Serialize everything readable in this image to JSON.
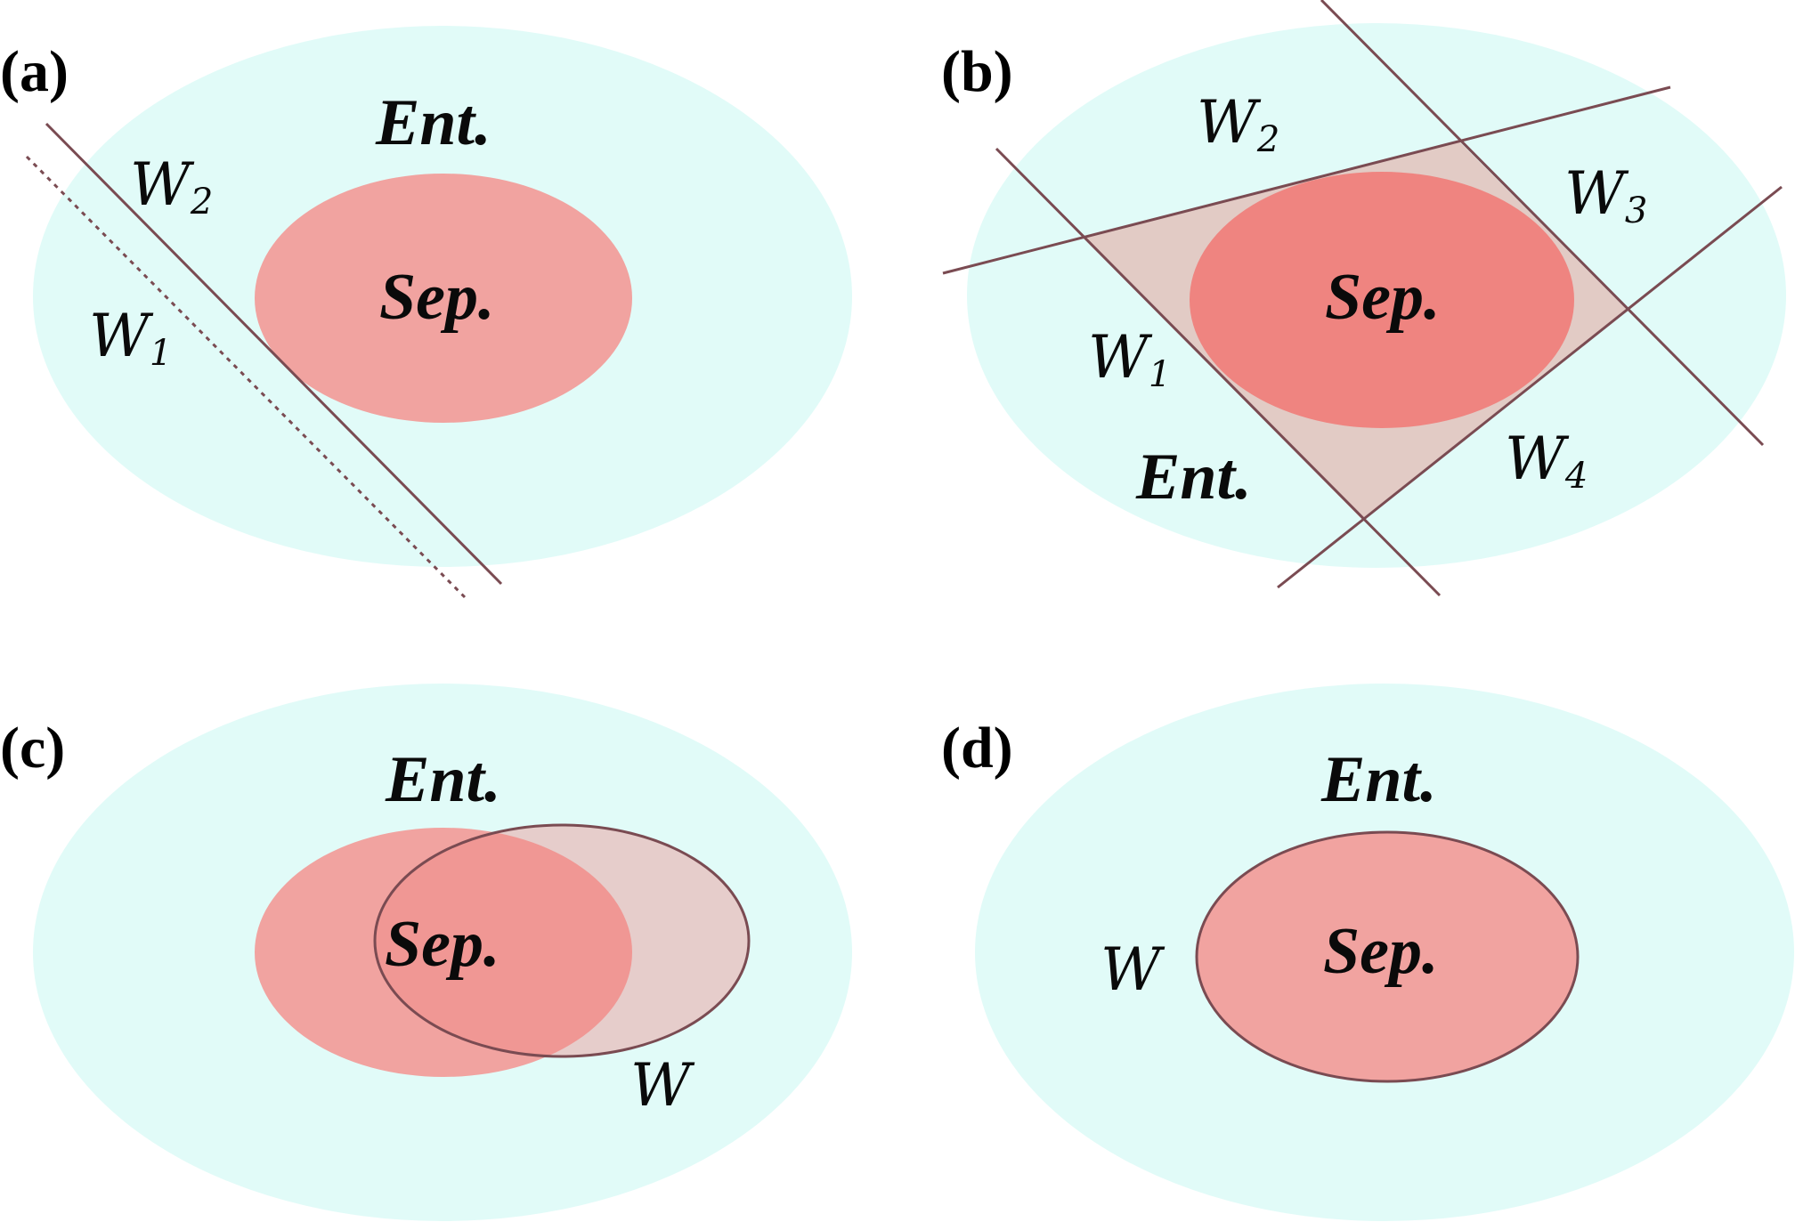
{
  "colors": {
    "entangled_fill": "#e1fbf8",
    "separable_fill": "#f1a3a0",
    "separable_fill_dark": "#ef8480",
    "witness_region_fill": "#e2cbc5",
    "witness_line": "#7a4b52"
  },
  "panels": [
    {
      "label": "(a)",
      "entangled_label": "Ent.",
      "separable_label": "Sep.",
      "witnesses": [
        {
          "letter": "W",
          "subscript": "2"
        },
        {
          "letter": "W",
          "subscript": "1"
        }
      ]
    },
    {
      "label": "(b)",
      "entangled_label": "Ent.",
      "separable_label": "Sep.",
      "witnesses": [
        {
          "letter": "W",
          "subscript": "2"
        },
        {
          "letter": "W",
          "subscript": "3"
        },
        {
          "letter": "W",
          "subscript": "1"
        },
        {
          "letter": "W",
          "subscript": "4"
        }
      ]
    },
    {
      "label": "(c)",
      "entangled_label": "Ent.",
      "separable_label": "Sep.",
      "witnesses": [
        {
          "letter": "W",
          "subscript": ""
        }
      ]
    },
    {
      "label": "(d)",
      "entangled_label": "Ent.",
      "separable_label": "Sep.",
      "witnesses": [
        {
          "letter": "W",
          "subscript": ""
        }
      ]
    }
  ]
}
